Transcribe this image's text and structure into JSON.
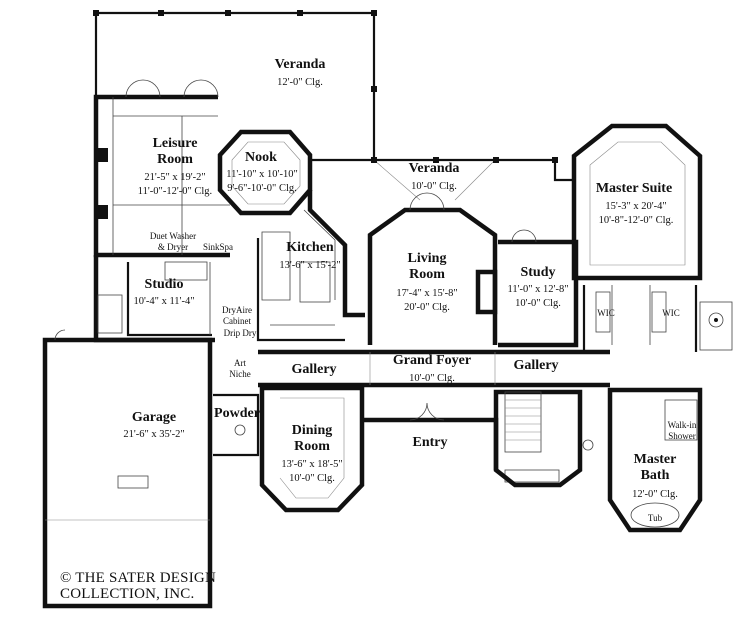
{
  "rooms": {
    "veranda_top": {
      "name": "Veranda",
      "dim": "12'-0\" Clg."
    },
    "leisure": {
      "name": "Leisure",
      "name2": "Room",
      "dim": "21'-5\" x 19'-2\"",
      "clg": "11'-0\"-12'-0\" Clg."
    },
    "nook": {
      "name": "Nook",
      "dim": "11'-10\" x 10'-10\"",
      "clg": "9'-6\"-10'-0\" Clg."
    },
    "veranda_mid": {
      "name": "Veranda",
      "dim": "10'-0\" Clg."
    },
    "master_suite": {
      "name": "Master Suite",
      "dim": "15'-3\" x 20'-4\"",
      "clg": "10'-8\"-12'-0\" Clg."
    },
    "kitchen": {
      "name": "Kitchen",
      "dim": "13'-6\" x 15'-2\""
    },
    "living": {
      "name": "Living",
      "name2": "Room",
      "dim": "17'-4\" x 15'-8\"",
      "clg": "20'-0\" Clg."
    },
    "study": {
      "name": "Study",
      "dim": "11'-0\" x 12'-8\"",
      "clg": "10'-0\" Clg."
    },
    "studio": {
      "name": "Studio",
      "dim": "10'-4\" x 11'-4\""
    },
    "gallery_left": {
      "name": "Gallery"
    },
    "grand_foyer": {
      "name": "Grand Foyer",
      "dim": "10'-0\" Clg."
    },
    "gallery_right": {
      "name": "Gallery"
    },
    "garage": {
      "name": "Garage",
      "dim": "21'-6\" x 35'-2\""
    },
    "powder": {
      "name": "Powder"
    },
    "dining": {
      "name": "Dining",
      "name2": "Room",
      "dim": "13'-6\" x 18'-5\"",
      "clg": "10'-0\" Clg."
    },
    "entry": {
      "name": "Entry"
    },
    "master_bath": {
      "name": "Master",
      "name2": "Bath",
      "clg": "12'-0\" Clg."
    }
  },
  "small_labels": {
    "duet_washer": "Duet Washer",
    "and_dryer": "& Dryer",
    "sink_spa": "SinkSpa",
    "dryaire": "DryAire",
    "cabinet": "Cabinet",
    "drip_dry": "Drip Dry",
    "art": "Art",
    "niche": "Niche",
    "wic_left": "WIC",
    "wic_right": "WIC",
    "walk_in": "Walk-in",
    "shower": "Shower",
    "tub": "Tub"
  },
  "copyright": {
    "line1": "© THE SATER DESIGN",
    "line2": "COLLECTION, INC."
  }
}
